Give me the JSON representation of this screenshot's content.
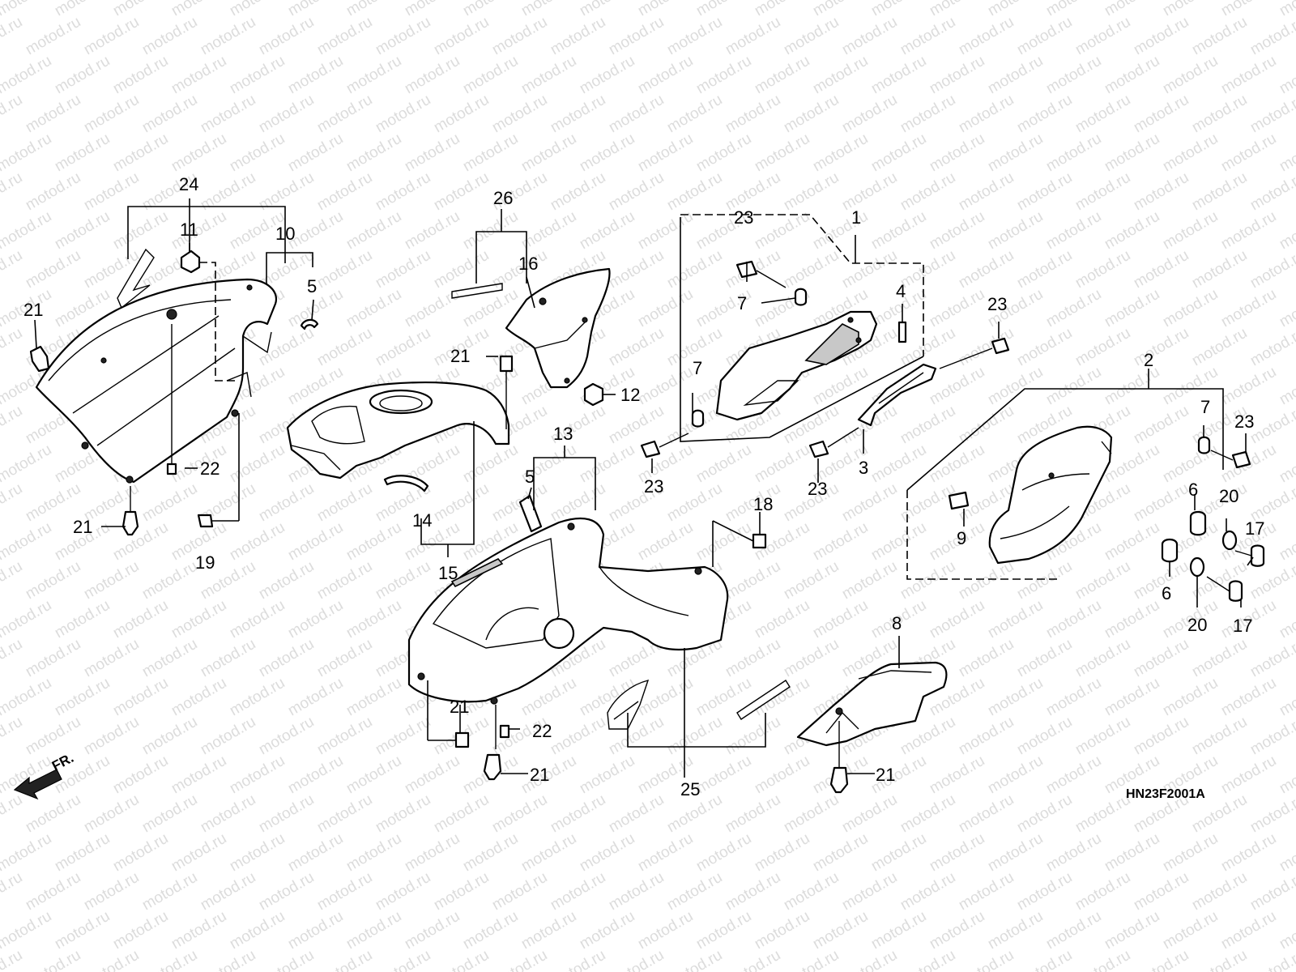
{
  "watermark": "motod.ru",
  "diagram_code": "HN23F2001A",
  "front_indicator": "FR.",
  "callouts": [
    {
      "id": "24",
      "label": "24"
    },
    {
      "id": "11",
      "label": "11"
    },
    {
      "id": "10",
      "label": "10"
    },
    {
      "id": "5a",
      "label": "5"
    },
    {
      "id": "21a",
      "label": "21"
    },
    {
      "id": "22a",
      "label": "22"
    },
    {
      "id": "21b",
      "label": "21"
    },
    {
      "id": "19",
      "label": "19"
    },
    {
      "id": "26",
      "label": "26"
    },
    {
      "id": "16",
      "label": "16"
    },
    {
      "id": "21c",
      "label": "21"
    },
    {
      "id": "12",
      "label": "12"
    },
    {
      "id": "14",
      "label": "14"
    },
    {
      "id": "15",
      "label": "15"
    },
    {
      "id": "13",
      "label": "13"
    },
    {
      "id": "5b",
      "label": "5"
    },
    {
      "id": "18",
      "label": "18"
    },
    {
      "id": "21d",
      "label": "21"
    },
    {
      "id": "22b",
      "label": "22"
    },
    {
      "id": "21e",
      "label": "21"
    },
    {
      "id": "25",
      "label": "25"
    },
    {
      "id": "23a",
      "label": "23"
    },
    {
      "id": "1",
      "label": "1"
    },
    {
      "id": "4",
      "label": "4"
    },
    {
      "id": "7a",
      "label": "7"
    },
    {
      "id": "7b",
      "label": "7"
    },
    {
      "id": "23b",
      "label": "23"
    },
    {
      "id": "23c",
      "label": "23"
    },
    {
      "id": "3",
      "label": "3"
    },
    {
      "id": "23d",
      "label": "23"
    },
    {
      "id": "2",
      "label": "2"
    },
    {
      "id": "7c",
      "label": "7"
    },
    {
      "id": "23e",
      "label": "23"
    },
    {
      "id": "9",
      "label": "9"
    },
    {
      "id": "6a",
      "label": "6"
    },
    {
      "id": "20a",
      "label": "20"
    },
    {
      "id": "17a",
      "label": "17"
    },
    {
      "id": "6b",
      "label": "6"
    },
    {
      "id": "20b",
      "label": "20"
    },
    {
      "id": "17b",
      "label": "17"
    },
    {
      "id": "8",
      "label": "8"
    },
    {
      "id": "21f",
      "label": "21"
    }
  ]
}
